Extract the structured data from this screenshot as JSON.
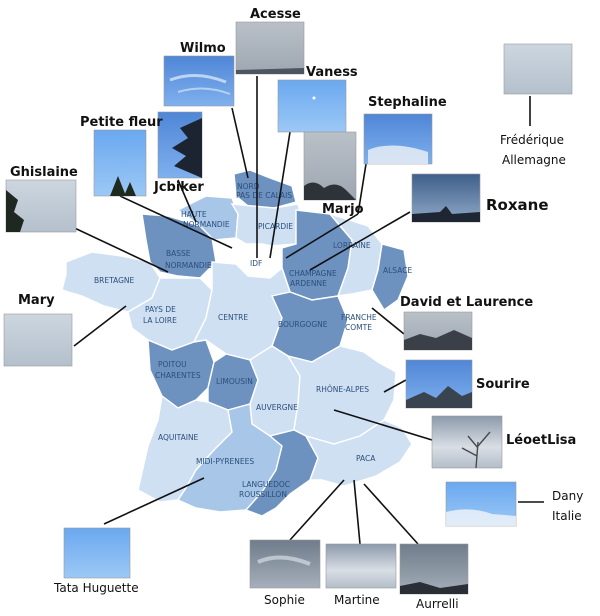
{
  "colors": {
    "region_light": "#cfe0f3",
    "region_mid": "#a8c6e8",
    "region_dark": "#6d92c0",
    "region_label": "#2c4f7a",
    "pointer_line": "#111111"
  },
  "regions": {
    "nord": "NORD",
    "pas_de_calais": "PAS DE CALAIS",
    "haute": "HAUTE",
    "normandie_h": "NORMANDIE",
    "picardie": "PICARDIE",
    "basse": "BASSE",
    "normandie_b": "NORMANDIE",
    "idf": "IDF",
    "lorraine": "LORRAINE",
    "champagne": "CHAMPAGNE",
    "ardenne": "ARDENNE",
    "alsace": "ALSACE",
    "bretagne": "BRETAGNE",
    "pays_de": "PAYS DE",
    "la_loire": "LA LOIRE",
    "centre": "CENTRE",
    "bourgogne": "BOURGOGNE",
    "franche": "FRANCHE",
    "comte": "COMTE",
    "poitou": "POITOU",
    "charentes": "CHARENTES",
    "limousin": "LIMOUSIN",
    "rhone_alpes": "RHÔNE-ALPES",
    "auvergne": "AUVERGNE",
    "aquitaine": "AQUITAINE",
    "midi_pyrenees": "MIDI-PYRENEES",
    "paca": "PACA",
    "languedoc": "LANGUEDOC",
    "roussillon": "ROUSSILLON"
  },
  "contributors": {
    "acesse": "Acesse",
    "wilmo": "Wilmo",
    "vaness": "Vaness",
    "stephaline": "Stephaline",
    "petite_fleur": "Petite fleur",
    "jcbiker": "Jcbiker",
    "marjo": "Marjo",
    "ghislaine": "Ghislaine",
    "roxane": "Roxane",
    "mary": "Mary",
    "david_laurence": "David et Laurence",
    "sourire": "Sourire",
    "leoetlisa": "LéoetLisa",
    "frederique_1": "Frédérique",
    "frederique_2": "Allemagne",
    "dany_1": "Dany",
    "dany_2": "Italie",
    "tata_huguette": "Tata Huguette",
    "sophie": "Sophie",
    "martine": "Martine",
    "aurrelli": "Aurrelli"
  }
}
